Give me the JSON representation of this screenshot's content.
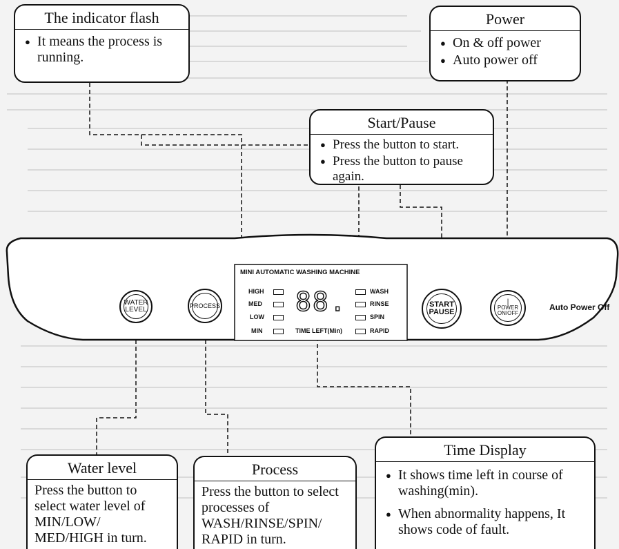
{
  "callouts": {
    "indicator": {
      "title": "The indicator flash",
      "bullets": [
        "It means the process is running."
      ]
    },
    "power": {
      "title": "Power",
      "bullets": [
        "On & off power",
        "Auto power off"
      ]
    },
    "start": {
      "title": "Start/Pause",
      "bullets": [
        "Press the button to start.",
        "Press the button to pause again."
      ]
    },
    "water": {
      "title": "Water level",
      "text": "Press the button to select water level of MIN/LOW/ MED/HIGH in turn."
    },
    "process": {
      "title": "Process",
      "text": "Press the button to select processes of WASH/RINSE/SPIN/ RAPID in turn."
    },
    "time": {
      "title": "Time Display",
      "bullets": [
        "It shows time left in course of washing(min).",
        "When abnormality happens, It shows code of fault."
      ]
    }
  },
  "panel": {
    "machine_title": "MINI AUTOMATIC WASHING MACHINE",
    "water_button": [
      "WATER",
      "LEVEL"
    ],
    "process_button": "PROCESS",
    "start_button": [
      "START",
      "PAUSE"
    ],
    "power_button": [
      "POWER",
      "ON/OFF"
    ],
    "auto_power_off": "Auto Power Off",
    "levels": [
      "HIGH",
      "MED",
      "LOW",
      "MIN"
    ],
    "processes": [
      "WASH",
      "RINSE",
      "SPIN",
      "RAPID"
    ],
    "display_value": "88.",
    "time_left_label": "TIME LEFT(Min)"
  }
}
